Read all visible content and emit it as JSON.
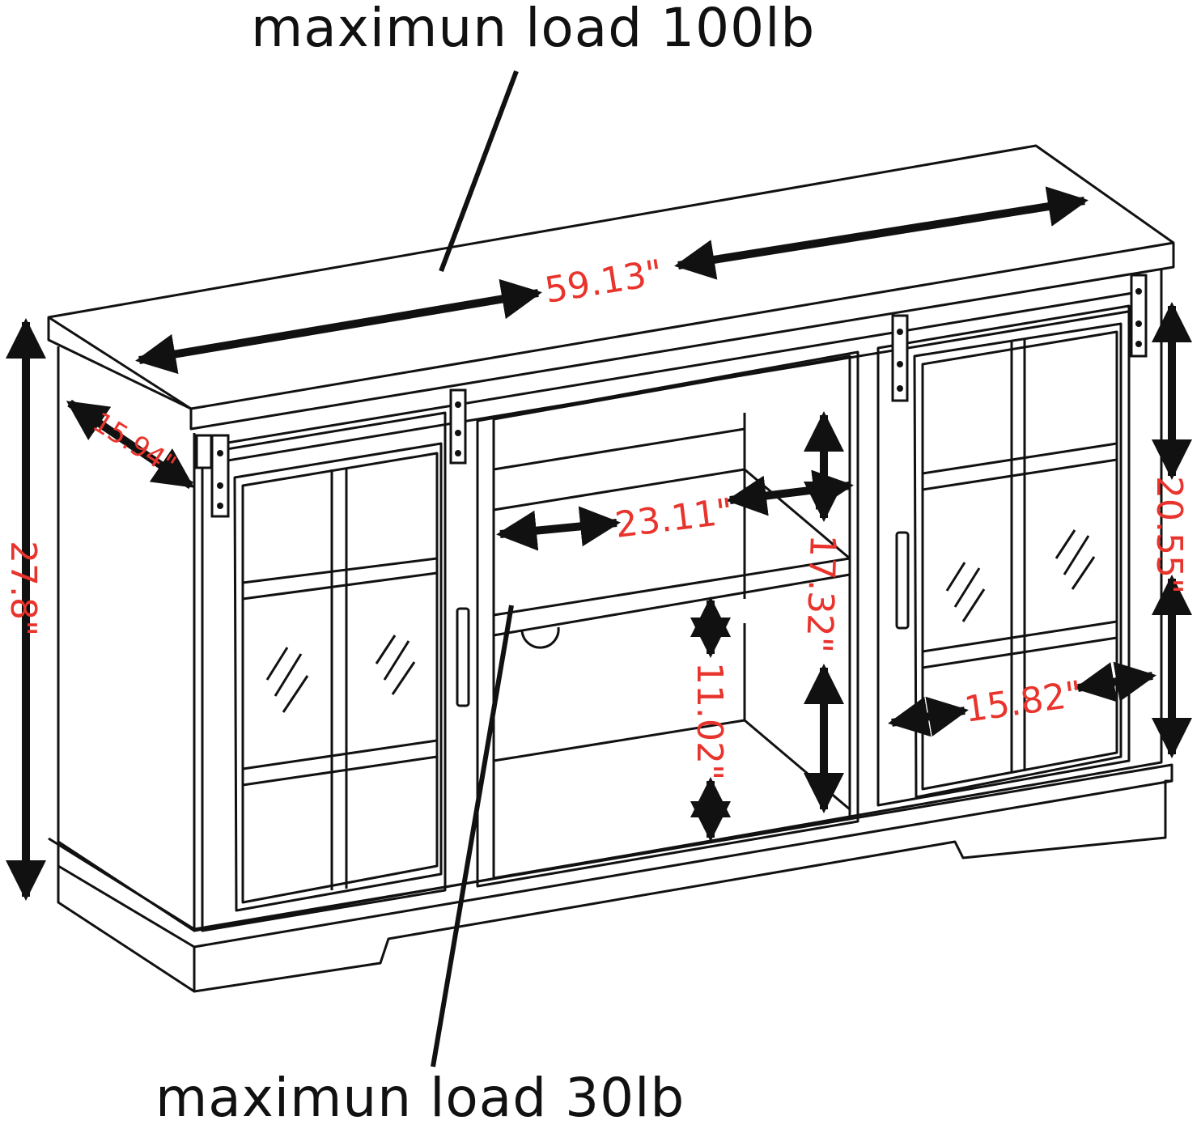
{
  "labels": {
    "top_load": "maximun load 100lb",
    "shelf_load": "maximun load 30lb"
  },
  "dimensions": {
    "width": "59.13\"",
    "depth": "15.94\"",
    "total_height": "27.8\"",
    "shelf_width": "23.11\"",
    "center_height": "17.32\"",
    "lower_height": "11.02\"",
    "door_height": "20.55\"",
    "door_width": "15.82\""
  },
  "colors": {
    "line": "#111111",
    "dimension_text": "#e8342c"
  }
}
